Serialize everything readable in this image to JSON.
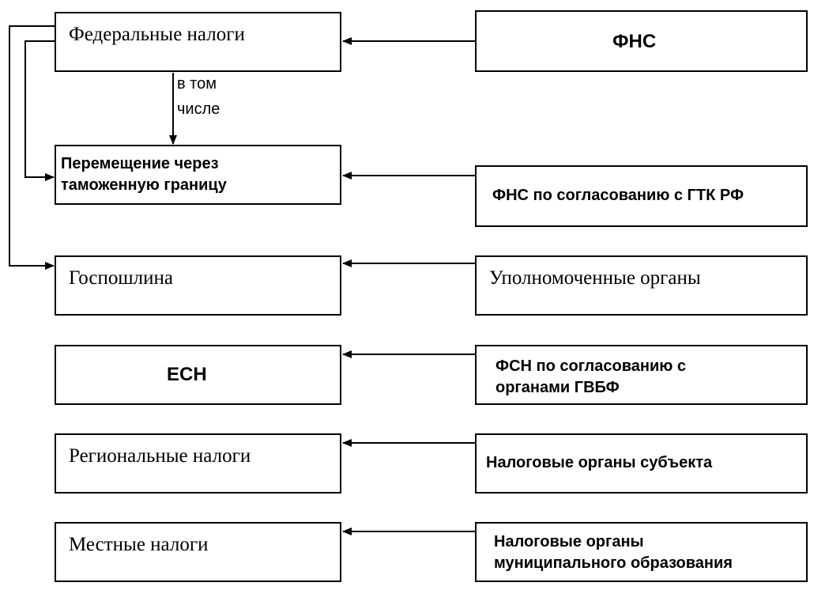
{
  "left": {
    "federal": "Федеральные налоги",
    "including": [
      "в том",
      "числе"
    ],
    "customs": [
      "Перемещение через",
      "таможенную границу"
    ],
    "duty": "Госпошлина",
    "esn": "ЕСН",
    "regional": "Региональные налоги",
    "local": "Местные налоги"
  },
  "right": {
    "fns": "ФНС",
    "fns_gtk": "ФНС по согласованию с ГТК РФ",
    "authorized": "Уполномоченные органы",
    "fsn": [
      "ФСН по согласованию с",
      "органами ГВБФ"
    ],
    "subject": "Налоговые органы субъекта",
    "municipal": [
      "Налоговые органы",
      "муниципального образования"
    ]
  }
}
